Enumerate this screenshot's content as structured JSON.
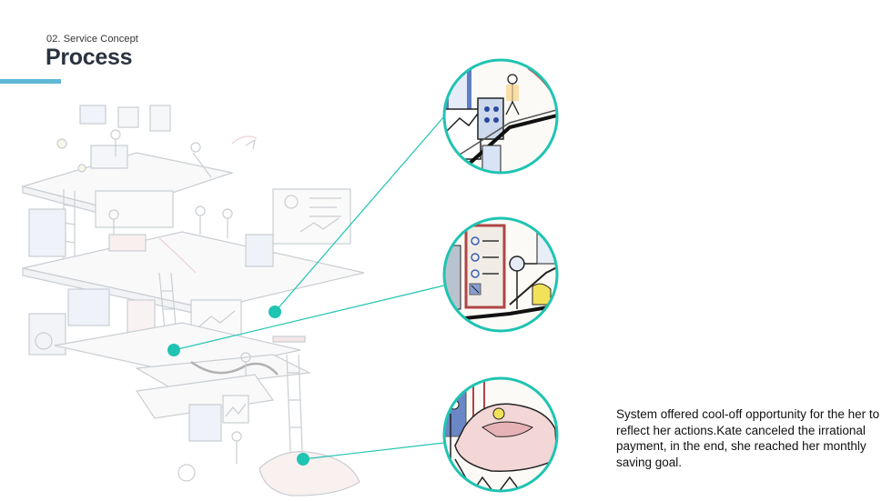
{
  "header": {
    "eyebrow": "02. Service Concept",
    "title": "Process"
  },
  "caption": {
    "text": "System offered cool-off opportunity for the her to reflect her actions.Kate canceled the irrational payment, in the end, she reached her monthly saving goal."
  },
  "colors": {
    "accent_bar": "#5fb8d4",
    "callout": "#1fc4b2",
    "sketch_line": "#9aa3ad"
  }
}
